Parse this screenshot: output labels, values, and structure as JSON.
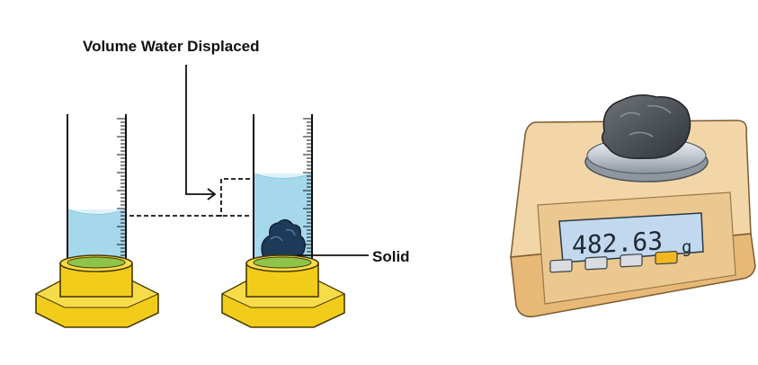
{
  "labels": {
    "volume_displaced": "Volume Water Displaced",
    "solid": "Solid"
  },
  "scale": {
    "reading_number": "482.63",
    "reading_unit": "g",
    "buttons": [
      "button-1",
      "button-2",
      "button-3",
      "button-4"
    ]
  },
  "colors": {
    "water": "#a6d8ec",
    "base_yellow": "#f2cc1a",
    "base_outline": "#4a3a00",
    "scale_body": "#f3d6a8",
    "scale_panel": "#e9c48d",
    "lcd": "#c2d8ee",
    "rock": "#4a5056",
    "solid_blue": "#1d3a58",
    "accent_button": "#f2b81e"
  },
  "icons": [
    "graduated-cylinder-icon",
    "rock-icon",
    "digital-scale-icon"
  ]
}
